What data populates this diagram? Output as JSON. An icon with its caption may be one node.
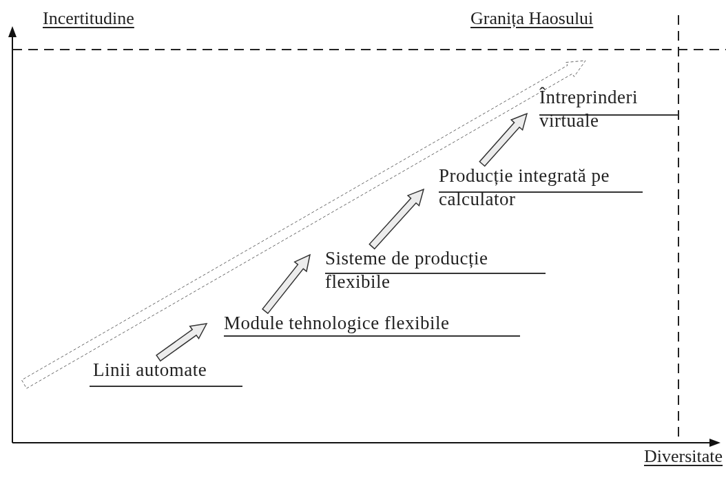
{
  "diagram": {
    "nodes": [
      {
        "text": [
          "Linii automate"
        ]
      },
      {
        "text": [
          "Module tehnologice flexibile"
        ]
      },
      {
        "text": [
          "Sisteme de producție flexibile"
        ]
      },
      {
        "text": [
          "Producție integrată pe calculator"
        ]
      },
      {
        "text": [
          "Întreprinderi virtuale"
        ]
      }
    ],
    "edges": [
      {
        "from": 0,
        "to": 1,
        "arrow": "to"
      },
      {
        "from": 1,
        "to": 2,
        "arrow": "to"
      },
      {
        "from": 2,
        "to": 3,
        "arrow": "to"
      },
      {
        "from": 3,
        "to": 4,
        "arrow": "to"
      }
    ],
    "labels": [
      "Incertitudine",
      "Granița Haosului",
      "Diversitate"
    ]
  }
}
